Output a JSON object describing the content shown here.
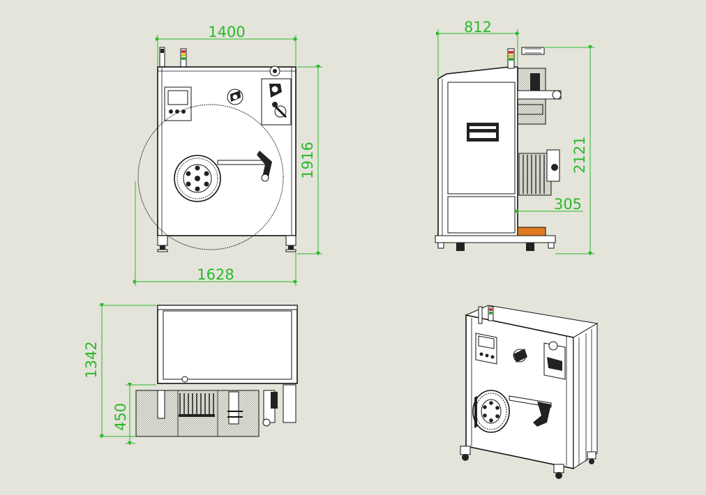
{
  "drawing": {
    "views": {
      "front": {
        "width_label": "1400",
        "base_width_label": "1628",
        "height_label": "1916"
      },
      "side": {
        "depth_label": "812",
        "height_label": "2121",
        "offset_label": "305"
      },
      "top": {
        "depth_label": "1342",
        "extension_label": "450"
      },
      "isometric": {}
    },
    "colors": {
      "background": "#e4e4da",
      "dimension": "#2ab82a",
      "line": "#111111"
    },
    "icons": [
      "signal-tower-icon",
      "control-panel-icon",
      "reel-icon",
      "caster-wheel-icon"
    ]
  }
}
